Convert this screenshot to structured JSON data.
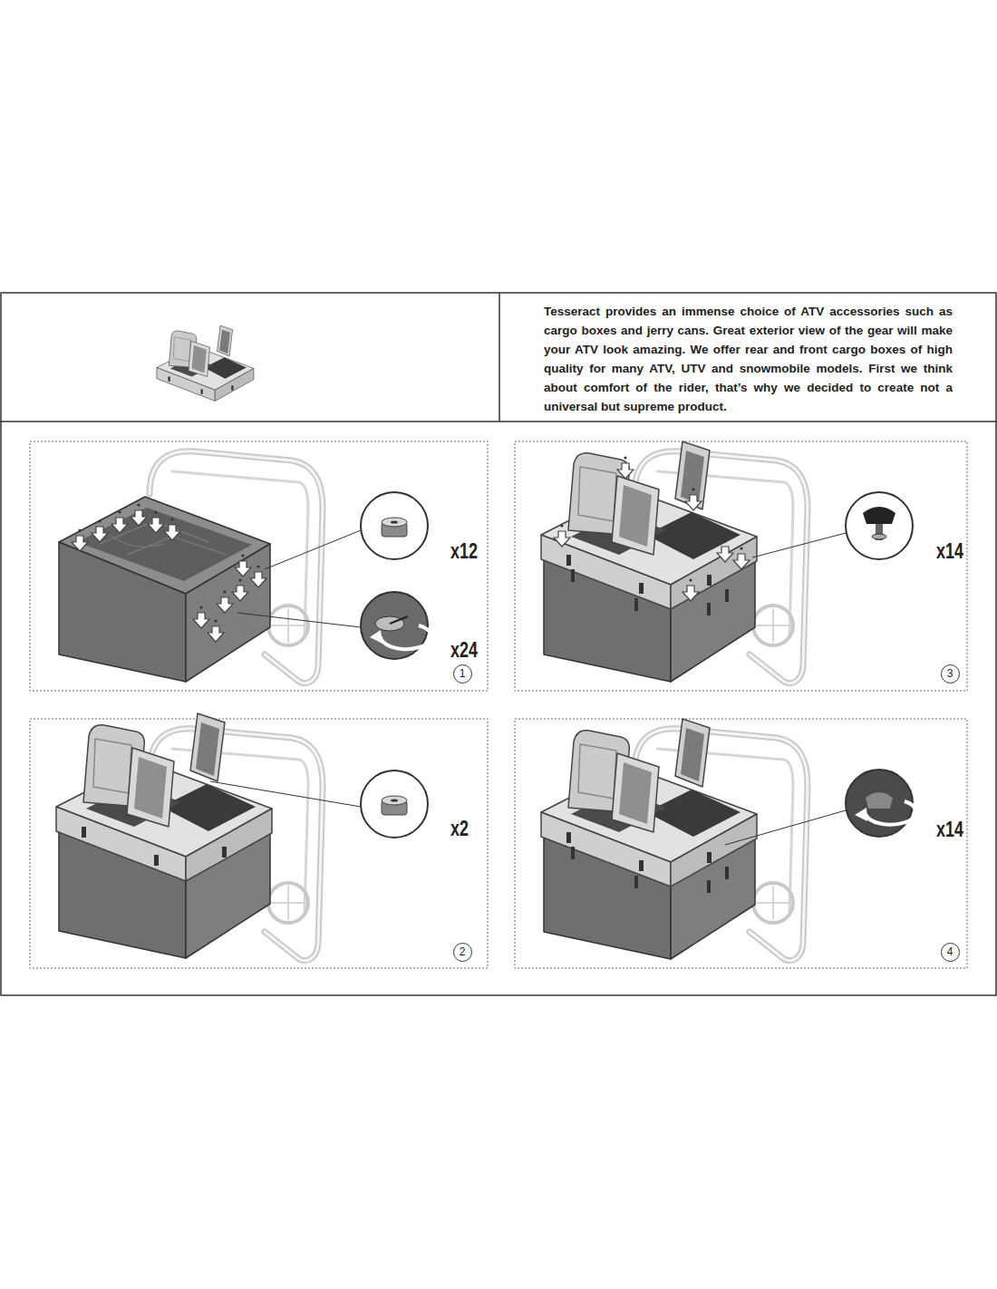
{
  "diagram": {
    "nodes": [
      {
        "text": [
          "Tesseract provides an immense choice of ATV accessories such as cargo boxes and jerry cans. Great exterior view of the gear will make your ATV look amazing. We offer rear and front cargo boxes of high quality for many ATV, UTV and snowmobile models. First we think about comfort of the rider, that’s why we decided to create not a universal but supreme product."
        ]
      },
      {
        "text": [
          "1"
        ]
      },
      {
        "text": [
          "3"
        ]
      },
      {
        "text": [
          "2"
        ]
      },
      {
        "text": [
          "4"
        ]
      }
    ],
    "labels": [
      "x12",
      "x24",
      "x14",
      "x2",
      "x14"
    ]
  }
}
